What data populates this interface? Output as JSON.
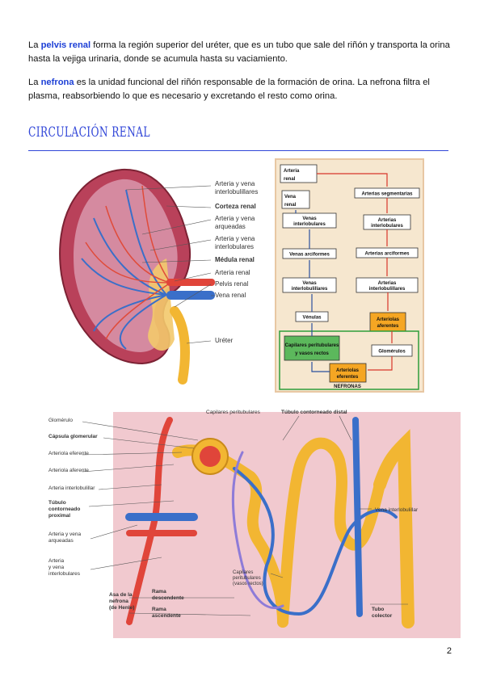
{
  "intro": {
    "p1_term": "pelvis renal",
    "p1_rest": " forma la región superior del uréter, que es un tubo que sale del riñón y transporta la orina hasta la vejiga urinaria, donde se acumula hasta su vaciamiento.",
    "p2_term": "nefrona",
    "p2_rest": " es la unidad funcional del riñón responsable de la formación de orina. La nefrona filtra el plasma, reabsorbiendo lo que es necesario y excretando el resto como orina.",
    "article_la": "La "
  },
  "section": {
    "title": "CIRCULACIÓN RENAL"
  },
  "kidney_labels": {
    "l1a": "Arteria y vena",
    "l1b": "interlobulillares",
    "l2": "Corteza renal",
    "l3a": "Arteria y vena",
    "l3b": "arqueadas",
    "l4a": "Arteria y vena",
    "l4b": "interlobulares",
    "l5": "Médula renal",
    "l6": "Arteria renal",
    "l7": "Pelvis renal",
    "l8": "Vena renal",
    "l9": "Uréter"
  },
  "flow": {
    "arteria_renal_a": "Arteria",
    "arteria_renal_b": "renal",
    "vena_renal_a": "Vena",
    "vena_renal_b": "renal",
    "segmentarias": "Arterias segmentarias",
    "art_interlob_a": "Arterias",
    "art_interlob_b": "interlobulares",
    "art_arciformes": "Arterias arciformes",
    "art_interlobul_a": "Arterias",
    "art_interlobul_b": "interlobulillares",
    "art_aferentes_a": "Arteriolas",
    "art_aferentes_b": "aferentes",
    "glomerulos": "Glomérulos",
    "art_eferentes_a": "Arteriolas",
    "art_eferentes_b": "eferentes",
    "nefronas": "NEFRONAS",
    "capilares_a": "Capilares peritubulares",
    "capilares_b": "y vasos rectos",
    "venulas": "Vénulas",
    "venas_interlobul_a": "Venas",
    "venas_interlobul_b": "interlobulillares",
    "venas_arciformes": "Venas arciformes",
    "venas_interlob_a": "Venas",
    "venas_interlob_b": "interlobulares",
    "colors": {
      "red": "#d8352a",
      "blue": "#2a4f9e",
      "orange": "#f5a623",
      "green": "#2e9e3a",
      "frame": "#e8c7a3"
    }
  },
  "nephron_labels": {
    "glomerulo": "Glomérulo",
    "capsula": "Cápsula glomerular",
    "art_eferente": "Arteriola eferente",
    "art_aferente": "Arteriola aferente",
    "art_interlobulillar": "Arteria interlobulillar",
    "tubulo_prox_a": "Túbulo",
    "tubulo_prox_b": "contorneado",
    "tubulo_prox_c": "proximal",
    "arqueadas_a": "Arteria y vena",
    "arqueadas_b": "arqueadas",
    "interlob_a": "Arteria",
    "interlob_b": "y vena",
    "interlob_c": "interlobulares",
    "asa_a": "Asa de la",
    "asa_b": "nefrona",
    "asa_c": "(de Henle)",
    "rama_desc_a": "Rama",
    "rama_desc_b": "descendente",
    "rama_asc_a": "Rama",
    "rama_asc_b": "ascendente",
    "cap_peri_top": "Capilares peritubulares",
    "tubulo_distal": "Túbulo contorneado distal",
    "vena_interlobulillar": "Vena interlobulillar",
    "cap_peri_a": "Capilares",
    "cap_peri_b": "peritubulares",
    "cap_peri_c": "(vasos rectos)",
    "tubo_a": "Tubo",
    "tubo_b": "colector"
  },
  "page_number": "2"
}
